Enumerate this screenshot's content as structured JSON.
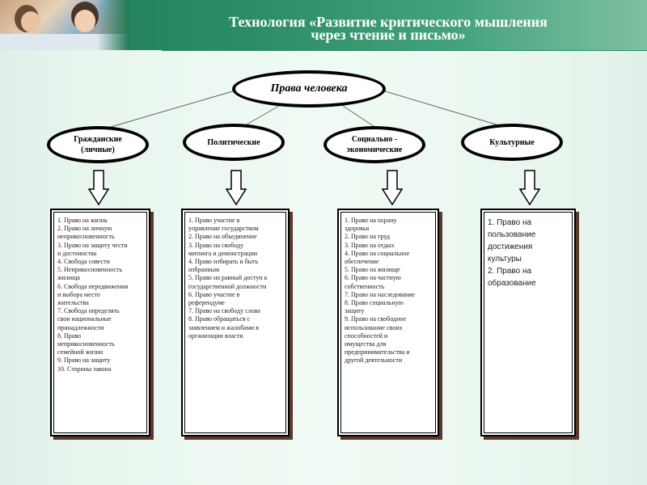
{
  "header": {
    "title_line1": "Технология «Развитие критического мышления",
    "title_line2": "через чтение и письмо»",
    "photo": "children-reading-photo"
  },
  "diagram": {
    "root": "Права человека",
    "categories": [
      {
        "label_line1": "Гражданские",
        "label_line2": "(личные)",
        "items": [
          "1. Право на жизнь",
          "2. Право на личную",
          "неприкосновенность",
          "3. Право на защиту чести",
          "и достоинства",
          "4. Свобода совести",
          "5. Неприкосновенность",
          "жилища",
          "6. Свобода передвижения",
          "и выбора место",
          "жительства",
          "7. Свобода определять",
          "свои национальные",
          "принадлежности",
          "8. Право",
          "неприкосновенность",
          "семейной жизни",
          "9. Право на защиту",
          "10. Стороны закона"
        ]
      },
      {
        "label_line1": "Политические",
        "label_line2": "",
        "items": [
          "1. Право  участие в",
          "управление государством",
          "2. Право на объединение",
          "3. Право на свободу",
          "митинга и демонстрации",
          "4. Право избирать и быть",
          "избранным",
          "5. Право на равный доступ к",
          "государственной должности",
          "6. Право участие в",
          "референдуме",
          "7. Право на свободу слова",
          "8. Право обращаться с",
          "заявлением и жалобами в",
          "организации власти"
        ]
      },
      {
        "label_line1": "Социально -",
        "label_line2": "экономические",
        "items": [
          "1. Право на охрану",
          "здоровья",
          "2. Право на труд",
          "3. Право на отдых",
          "4. Право на социальное",
          "обеспечение",
          "5. Право на жилище",
          "6. Право на частную",
          "собственность",
          "7. Право на наследование",
          "8. Право социальную",
          "защиту",
          "9. Право на свободное",
          "использование своих",
          "способностей и",
          "имущества для",
          "предпринимательства и",
          "другой деятельности"
        ]
      },
      {
        "label_line1": "Культурные",
        "label_line2": "",
        "items": [
          "1. Право на",
          "пользование",
          "достижения",
          "культуры",
          "2. Право на",
          "образование"
        ]
      }
    ]
  },
  "colors": {
    "header_green": "#2c8d66",
    "background": "#e8f6ee",
    "border": "#000000",
    "box_shadow": "#5a3a2a"
  }
}
